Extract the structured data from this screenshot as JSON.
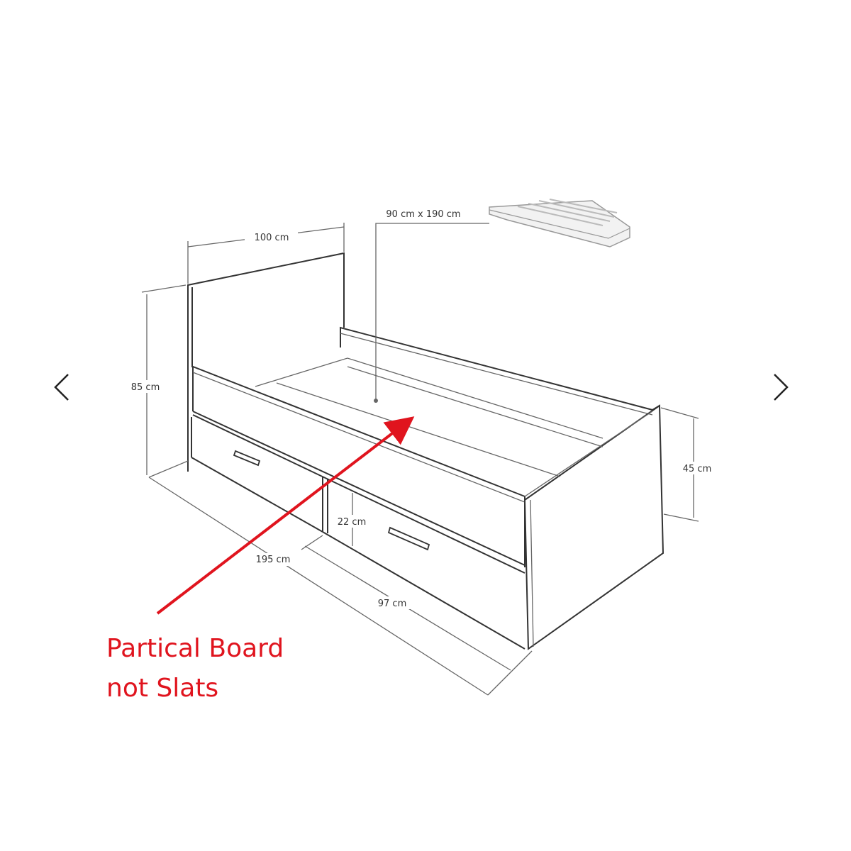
{
  "navigation": {
    "prev_icon": "chevron-left-icon",
    "next_icon": "chevron-right-icon"
  },
  "dimensions": {
    "headboard_width": "100 cm",
    "mattress_size": "90 cm x 190 cm",
    "headboard_height": "85 cm",
    "bed_height": "45 cm",
    "drawer_height": "22 cm",
    "bed_length": "195 cm",
    "drawer_length": "97 cm"
  },
  "annotation": {
    "line1": "Partical Board",
    "line2": "not Slats",
    "color": "#e0141e"
  }
}
